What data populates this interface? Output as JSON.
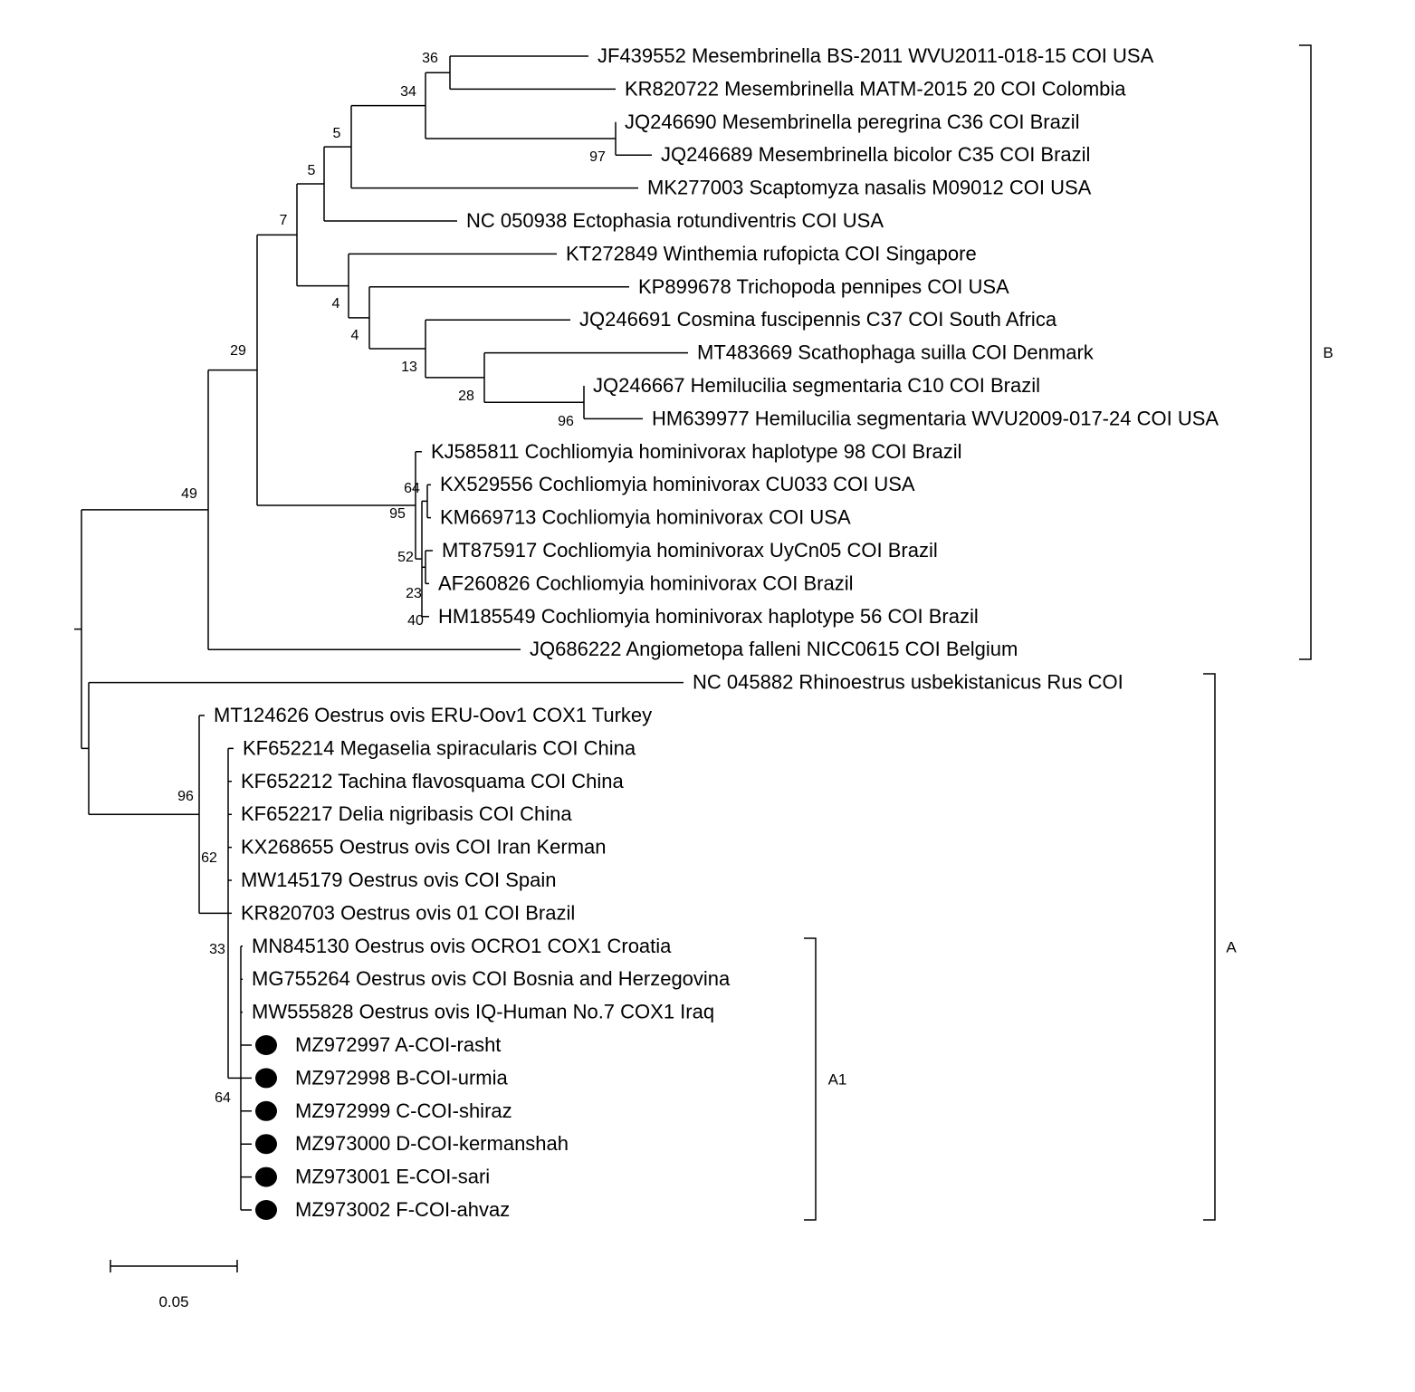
{
  "tree": {
    "leaves": [
      {
        "label": "JF439552 Mesembrinella BS-2011 WVU2011-018-15 COI USA",
        "marker": false
      },
      {
        "label": "KR820722 Mesembrinella MATM-2015 20 COI Colombia",
        "marker": false
      },
      {
        "label": "JQ246690 Mesembrinella peregrina C36 COI Brazil",
        "marker": false
      },
      {
        "label": "JQ246689 Mesembrinella bicolor C35 COI Brazil",
        "marker": false
      },
      {
        "label": "MK277003 Scaptomyza nasalis M09012 COI USA",
        "marker": false
      },
      {
        "label": "NC 050938 Ectophasia rotundiventris COI USA",
        "marker": false
      },
      {
        "label": "KT272849 Winthemia rufopicta COI Singapore",
        "marker": false
      },
      {
        "label": "KP899678 Trichopoda pennipes COI USA",
        "marker": false
      },
      {
        "label": "JQ246691 Cosmina fuscipennis C37 COI South Africa",
        "marker": false
      },
      {
        "label": "MT483669 Scathophaga suilla COI Denmark",
        "marker": false
      },
      {
        "label": "JQ246667 Hemilucilia segmentaria C10 COI Brazil",
        "marker": false
      },
      {
        "label": "HM639977 Hemilucilia segmentaria WVU2009-017-24 COI USA",
        "marker": false
      },
      {
        "label": "KJ585811 Cochliomyia hominivorax haplotype 98 COI Brazil",
        "marker": false
      },
      {
        "label": "KX529556 Cochliomyia hominivorax CU033 COI USA",
        "marker": false
      },
      {
        "label": "KM669713 Cochliomyia hominivorax COI USA",
        "marker": false
      },
      {
        "label": "MT875917 Cochliomyia hominivorax UyCn05 COI Brazil",
        "marker": false
      },
      {
        "label": "AF260826 Cochliomyia hominivorax COI Brazil",
        "marker": false
      },
      {
        "label": "HM185549 Cochliomyia hominivorax haplotype 56 COI Brazil",
        "marker": false
      },
      {
        "label": "JQ686222 Angiometopa falleni NICC0615 COI Belgium",
        "marker": false
      },
      {
        "label": "NC 045882 Rhinoestrus usbekistanicus Rus COI",
        "marker": false
      },
      {
        "label": "MT124626 Oestrus ovis ERU-Oov1 COX1 Turkey",
        "marker": false
      },
      {
        "label": "KF652214 Megaselia spiracularis COI China",
        "marker": false
      },
      {
        "label": "KF652212 Tachina flavosquama COI China",
        "marker": false
      },
      {
        "label": "KF652217 Delia nigribasis COI China",
        "marker": false
      },
      {
        "label": "KX268655 Oestrus ovis COI Iran Kerman",
        "marker": false
      },
      {
        "label": "MW145179 Oestrus ovis COI Spain",
        "marker": false
      },
      {
        "label": "KR820703 Oestrus ovis 01 COI Brazil",
        "marker": false
      },
      {
        "label": "MN845130 Oestrus ovis OCRO1 COX1 Croatia",
        "marker": false
      },
      {
        "label": "MG755264 Oestrus ovis COI Bosnia and Herzegovina",
        "marker": false
      },
      {
        "label": "MW555828 Oestrus ovis IQ-Human No.7 COX1 Iraq",
        "marker": false
      },
      {
        "label": "MZ972997 A-COI-rasht",
        "marker": true
      },
      {
        "label": "MZ972998 B-COI-urmia",
        "marker": true
      },
      {
        "label": "MZ972999 C-COI-shiraz",
        "marker": true
      },
      {
        "label": "MZ973000 D-COI-kermanshah",
        "marker": true
      },
      {
        "label": "MZ973001 E-COI-sari",
        "marker": true
      },
      {
        "label": "MZ973002 F-COI-ahvaz",
        "marker": true
      }
    ],
    "bootstrap": [
      "36",
      "34",
      "5",
      "5",
      "97",
      "7",
      "29",
      "49",
      "4",
      "4",
      "13",
      "28",
      "96",
      "64",
      "95",
      "52",
      "23",
      "40",
      "96",
      "62",
      "33",
      "64"
    ],
    "clades": [
      {
        "label": "B",
        "from_leaf": 0,
        "to_leaf": 18
      },
      {
        "label": "A",
        "from_leaf": 19,
        "to_leaf": 35
      },
      {
        "label": "A1",
        "from_leaf": 27,
        "to_leaf": 35
      }
    ],
    "scale_bar": {
      "value": 0.05,
      "label": "0.05"
    }
  },
  "colors": {
    "line": "#000000",
    "marker": "#000000",
    "background": "#ffffff"
  }
}
